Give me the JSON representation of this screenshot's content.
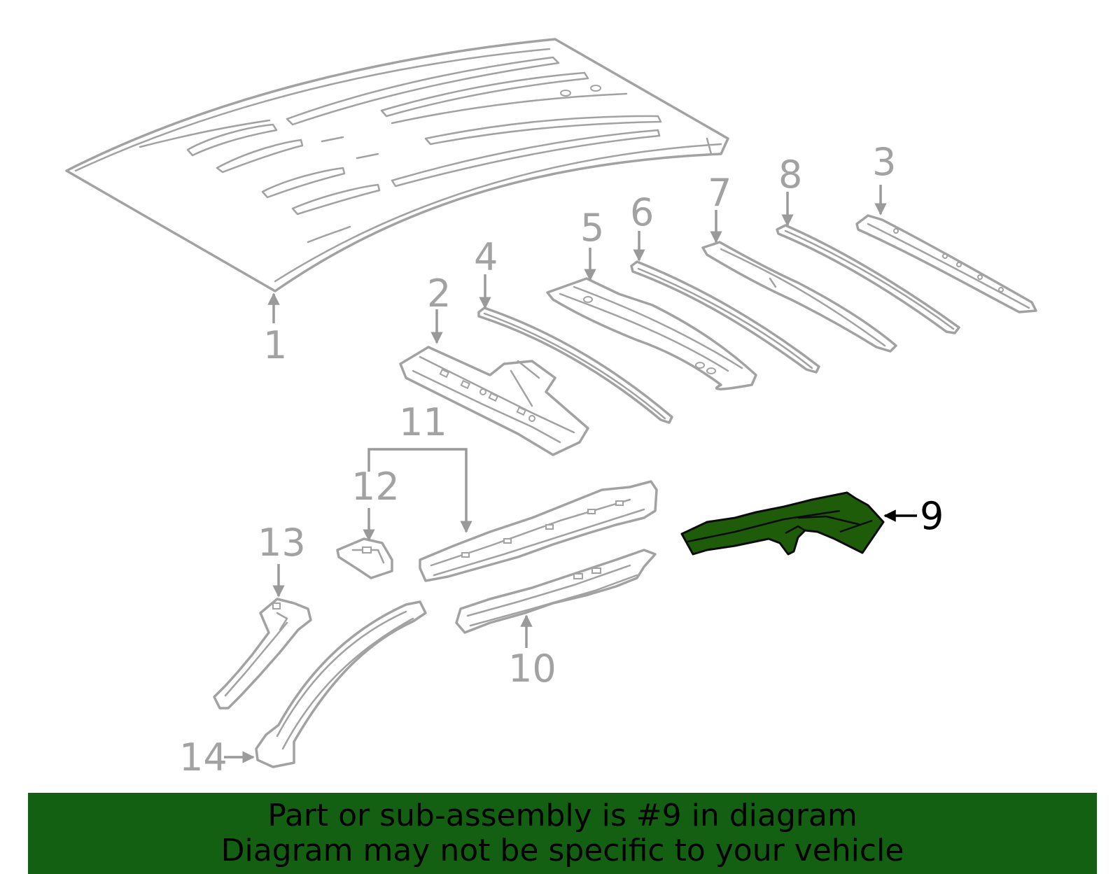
{
  "colors": {
    "highlight_fill": "#1e5c0a",
    "banner_background": "#146012",
    "part_stroke": "#a2a2a2"
  },
  "callouts": {
    "c1": "1",
    "c2": "2",
    "c3": "3",
    "c4": "4",
    "c5": "5",
    "c6": "6",
    "c7": "7",
    "c8": "8",
    "c9": "9",
    "c10": "10",
    "c11": "11",
    "c12": "12",
    "c13": "13",
    "c14": "14"
  },
  "highlighted_part": "9",
  "banner": {
    "line1": "Part or sub-assembly is #9 in diagram",
    "line2": "Diagram may not be specific to your vehicle"
  }
}
